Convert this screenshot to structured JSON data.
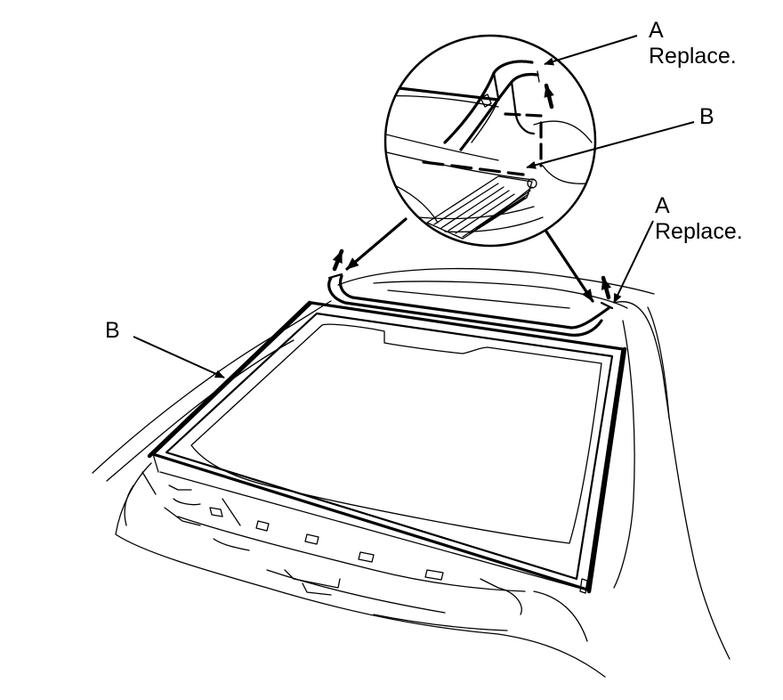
{
  "callouts": {
    "a_top": {
      "letter": "A",
      "note": "Replace."
    },
    "b_top": {
      "letter": "B"
    },
    "a_right": {
      "letter": "A",
      "note": "Replace."
    },
    "b_left": {
      "letter": "B"
    }
  }
}
